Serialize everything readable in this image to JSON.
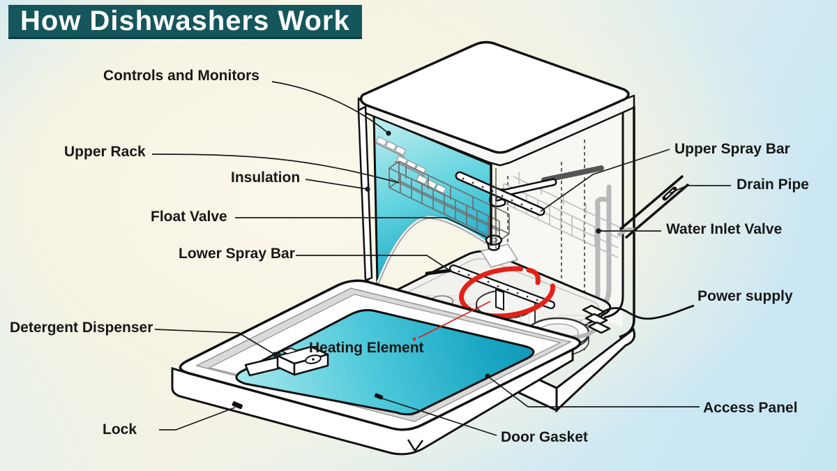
{
  "title": "How Dishwashers Work",
  "colors": {
    "title_bar_bg": "#15565c",
    "title_text": "#ffffff",
    "interior_teal_light": "#b9ecee",
    "interior_teal_dark": "#129fc0",
    "rotation_arrow_red": "#e42118",
    "line_art": "#0d0d0d",
    "background_blue": "#cde8f3",
    "background_cream": "#f8f5e6"
  },
  "labels": [
    {
      "id": "controls-and-monitors",
      "text": "Controls and Monitors"
    },
    {
      "id": "upper-rack",
      "text": "Upper Rack"
    },
    {
      "id": "insulation",
      "text": "Insulation"
    },
    {
      "id": "float-valve",
      "text": "Float Valve"
    },
    {
      "id": "lower-spray-bar",
      "text": "Lower Spray Bar"
    },
    {
      "id": "detergent-dispenser",
      "text": "Detergent Dispenser"
    },
    {
      "id": "heating-element",
      "text": "Heating Element"
    },
    {
      "id": "lock",
      "text": "Lock"
    },
    {
      "id": "door-gasket",
      "text": "Door Gasket"
    },
    {
      "id": "upper-spray-bar",
      "text": "Upper Spray Bar"
    },
    {
      "id": "drain-pipe",
      "text": "Drain Pipe"
    },
    {
      "id": "water-inlet-valve",
      "text": "Water Inlet Valve"
    },
    {
      "id": "power-supply",
      "text": "Power supply"
    },
    {
      "id": "access-panel",
      "text": "Access Panel"
    }
  ]
}
